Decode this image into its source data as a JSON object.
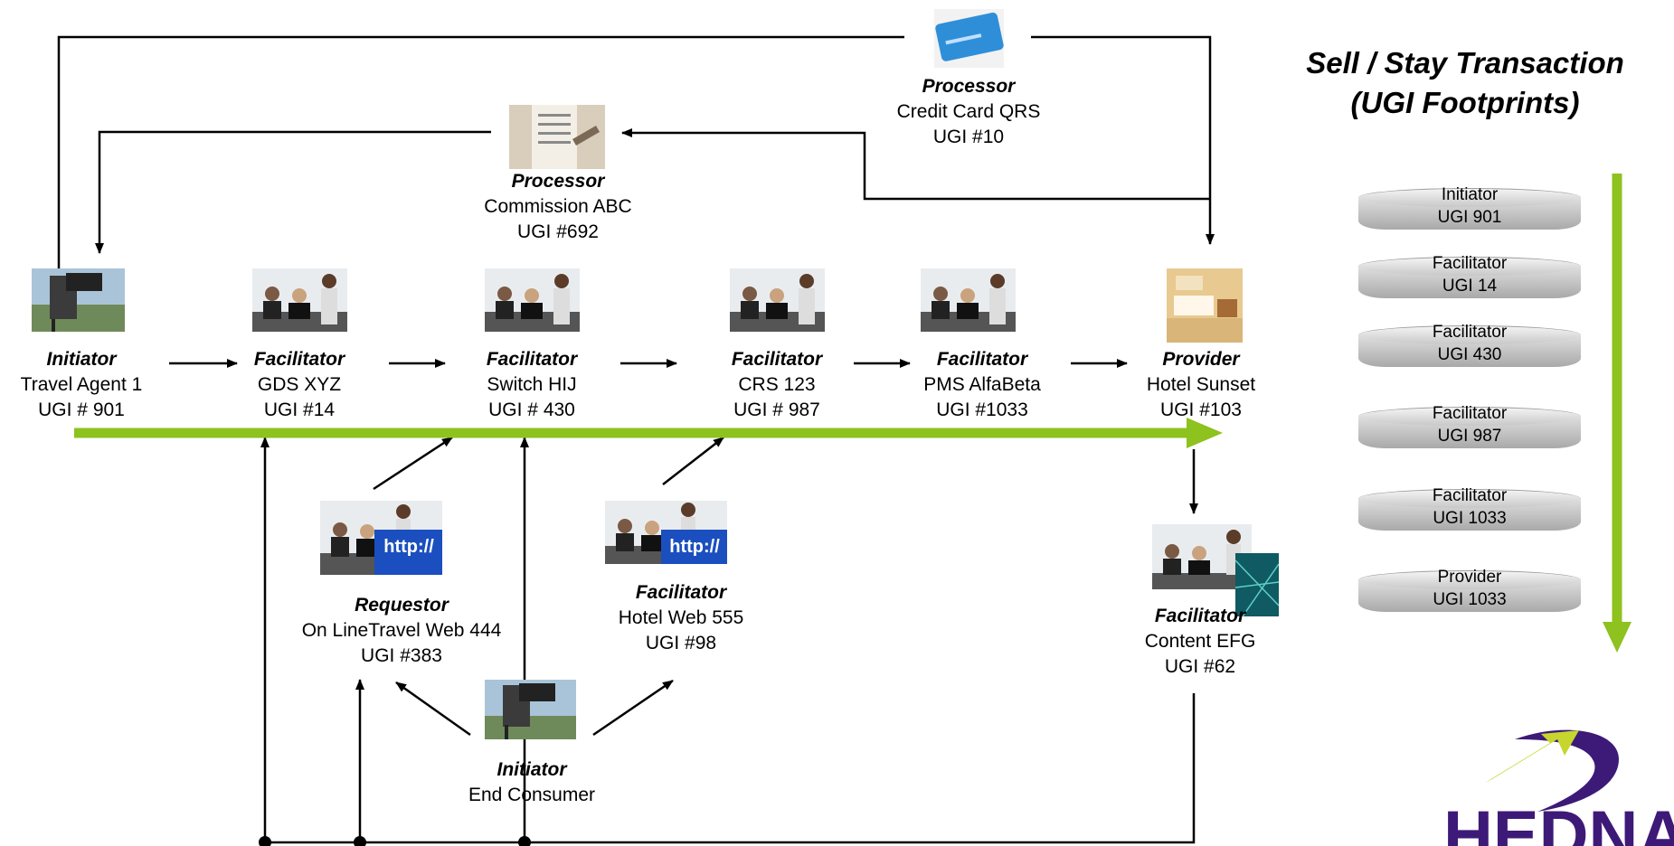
{
  "nodes": {
    "travel_agent": {
      "role": "Initiator",
      "name": "Travel Agent 1",
      "ugi": "UGI # 901"
    },
    "gds": {
      "role": "Facilitator",
      "name": "GDS XYZ",
      "ugi": "UGI #14"
    },
    "switch": {
      "role": "Facilitator",
      "name": "Switch HIJ",
      "ugi": "UGI # 430"
    },
    "crs": {
      "role": "Facilitator",
      "name": "CRS 123",
      "ugi": "UGI # 987"
    },
    "pms": {
      "role": "Facilitator",
      "name": "PMS AlfaBeta",
      "ugi": "UGI #1033"
    },
    "hotel": {
      "role": "Provider",
      "name": "Hotel Sunset",
      "ugi": "UGI #103"
    },
    "commission": {
      "role": "Processor",
      "name": "Commission ABC",
      "ugi": "UGI #692"
    },
    "credit_card": {
      "role": "Processor",
      "name": "Credit Card QRS",
      "ugi": "UGI #10"
    },
    "requestor": {
      "role": "Requestor",
      "name": "On LineTravel Web 444",
      "ugi": "UGI #383"
    },
    "hotel_web": {
      "role": "Facilitator",
      "name": "Hotel Web 555",
      "ugi": "UGI #98"
    },
    "content": {
      "role": "Facilitator",
      "name": "Content EFG",
      "ugi": "UGI #62"
    },
    "end_consumer": {
      "role": "Initiator",
      "name": "End Consumer"
    }
  },
  "side_panel": {
    "title_line1": "Sell / Stay Transaction",
    "title_line2": "(UGI Footprints)",
    "footprints": [
      {
        "role": "Initiator",
        "ugi": "UGI 901"
      },
      {
        "role": "Facilitator",
        "ugi": "UGI 14"
      },
      {
        "role": "Facilitator",
        "ugi": "UGI 430"
      },
      {
        "role": "Facilitator",
        "ugi": "UGI 987"
      },
      {
        "role": "Facilitator",
        "ugi": "UGI 1033"
      },
      {
        "role": "Provider",
        "ugi": "UGI 1033"
      }
    ]
  },
  "badges": {
    "http": "http://"
  },
  "logo_text": "HEDNA",
  "colors": {
    "accent": "#8dc21f",
    "line": "#000000",
    "logo_purple": "#3d1a78",
    "logo_green": "#c6d62e"
  }
}
